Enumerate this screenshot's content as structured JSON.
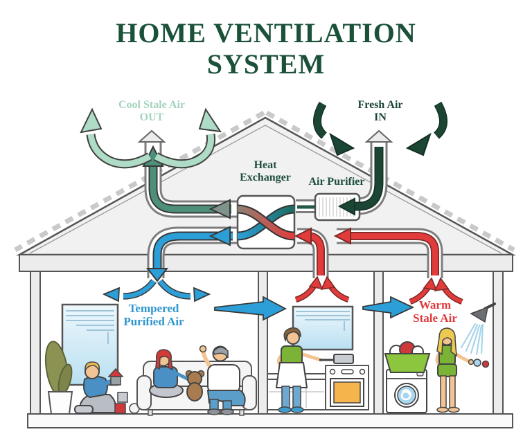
{
  "title": {
    "line1": "HOME VENTILATION",
    "line2": "SYSTEM"
  },
  "labels": {
    "cool_stale_out": {
      "line1": "Cool Stale Air",
      "line2": "OUT"
    },
    "fresh_in": {
      "line1": "Fresh Air",
      "line2": "IN"
    },
    "heat_exchanger": {
      "line1": "Heat",
      "line2": "Exchanger"
    },
    "air_purifier": {
      "line1": "Air Purifier"
    },
    "tempered": {
      "line1": "Tempered",
      "line2": "Purified Air"
    },
    "warm_stale": {
      "line1": "Warm",
      "line2": "Stale Air"
    }
  },
  "colors": {
    "title_green": "#1a5138",
    "mint": "#aedcc6",
    "dark_green": "#1b4634",
    "teal": "#4e8f7b",
    "blue": "#2d9fd8",
    "light_blue": "#a9d6ee",
    "red": "#e23b3b",
    "orange": "#f6b44c",
    "leaf_green": "#8cc63e",
    "outline": "#4a4a4a"
  },
  "scene": {
    "rooms": [
      "living-room",
      "kitchen",
      "bathroom-laundry"
    ],
    "components": [
      "exhaust-roof-vent",
      "intake-roof-vent",
      "heat-exchanger-unit",
      "air-purifier-unit",
      "couch",
      "window-blinds",
      "potted-plant",
      "teddy-bear",
      "stove-oven",
      "washing-machine",
      "laundry-basket",
      "shower"
    ]
  }
}
